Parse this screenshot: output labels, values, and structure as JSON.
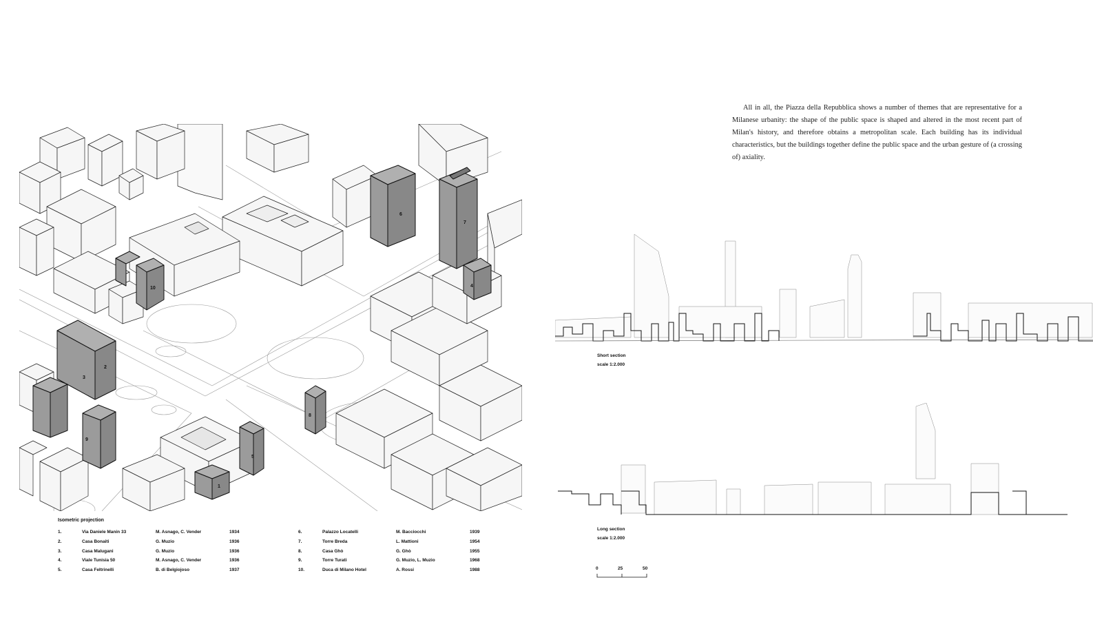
{
  "isometric": {
    "caption": "Isometric projection",
    "building_numbers": [
      "1",
      "2",
      "3",
      "4",
      "5",
      "6",
      "7",
      "8",
      "9",
      "10"
    ]
  },
  "legend": [
    {
      "num": "1.",
      "name": "Via Daniele Manin 33",
      "architect": "M. Asnago, C. Vender",
      "year": "1934"
    },
    {
      "num": "2.",
      "name": "Casa Bonaiti",
      "architect": "G. Muzio",
      "year": "1936"
    },
    {
      "num": "3.",
      "name": "Casa Malugani",
      "architect": "G. Muzio",
      "year": "1936"
    },
    {
      "num": "4.",
      "name": "Viale Tunisia 50",
      "architect": "M. Asnago, C. Vender",
      "year": "1936"
    },
    {
      "num": "5.",
      "name": "Casa Feltrinelli",
      "architect": "B. di Belgiojoso",
      "year": "1937"
    },
    {
      "num": "6.",
      "name": "Palazzo Locatelli",
      "architect": "M. Bacciocchi",
      "year": "1939"
    },
    {
      "num": "7.",
      "name": "Torre Breda",
      "architect": "L. Mattioni",
      "year": "1954"
    },
    {
      "num": "8.",
      "name": "Casa Ghò",
      "architect": "G. Ghò",
      "year": "1955"
    },
    {
      "num": "9.",
      "name": "Torre Turati",
      "architect": "G. Muzio, L. Muzio",
      "year": "1968"
    },
    {
      "num": "10.",
      "name": "Duca di Milano Hotel",
      "architect": "A. Rossi",
      "year": "1988"
    }
  ],
  "paragraph": "All in all, the Piazza della Repubblica shows a number of themes that are representative for a Milanese urbanity: the shape of the public space is shaped and altered in the most recent part of Milan's history, and therefore obtains a metropolitan scale. Each building has its individual characteristics, but the buildings together define the public space and the urban gesture of (a crossing of) axiality.",
  "short_section": {
    "title": "Short section",
    "scale": "scale 1:2.000"
  },
  "long_section": {
    "title": "Long section",
    "scale": "scale 1:2.000"
  },
  "scalebar": {
    "ticks": [
      "0",
      "25",
      "50"
    ]
  },
  "colors": {
    "highlight": "#9a9a9a",
    "highlight_dark": "#7d7d7d",
    "building": "#f4f4f4",
    "line": "#1a1a1a"
  }
}
